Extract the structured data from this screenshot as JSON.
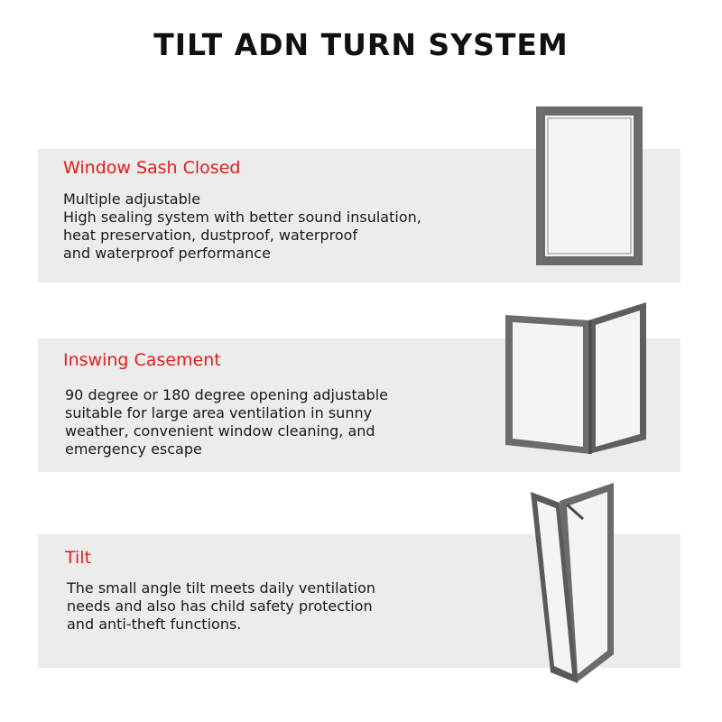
{
  "title": "TILT ADN TURN SYSTEM",
  "sections": [
    {
      "heading": "Window Sash Closed",
      "body": "Multiple adjustable\nHigh sealing system with better sound insulation,\nheat preservation, dustproof, waterproof\nand waterproof performance",
      "illustration": "closed-window-icon"
    },
    {
      "heading": "Inswing Casement",
      "body": "90 degree or 180 degree opening adjustable\nsuitable for large area ventilation in sunny\nweather, convenient window cleaning, and\nemergency escape",
      "illustration": "open-casement-window-icon"
    },
    {
      "heading": "Tilt",
      "body": "The small angle tilt meets daily ventilation\nneeds and also has child safety protection\nand anti-theft functions.",
      "illustration": "tilted-window-icon"
    }
  ],
  "colors": {
    "heading": "#e31b1b",
    "band": "#ececec",
    "frame": "#6b6b6b",
    "text": "#1a1a1a"
  }
}
